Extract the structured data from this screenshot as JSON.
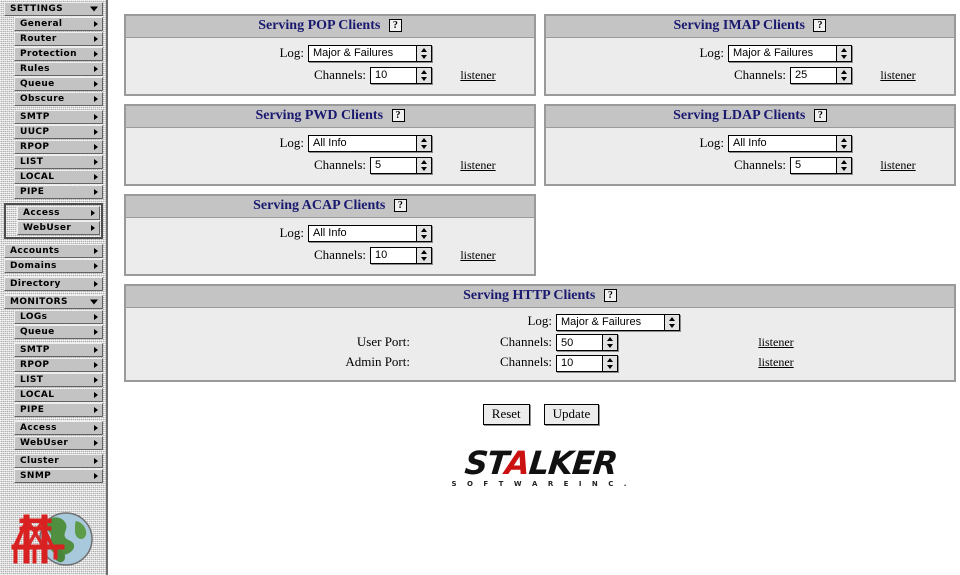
{
  "sidebar": {
    "groups": [
      {
        "name": "settings-group",
        "boxed": false,
        "items": [
          {
            "label": "SETTINGS",
            "level": "root",
            "arrow": "down"
          },
          {
            "label": "General",
            "level": "sub",
            "arrow": "right"
          },
          {
            "label": "Router",
            "level": "sub",
            "arrow": "right"
          },
          {
            "label": "Protection",
            "level": "sub",
            "arrow": "right"
          },
          {
            "label": "Rules",
            "level": "sub",
            "arrow": "right"
          },
          {
            "label": "Queue",
            "level": "sub",
            "arrow": "right"
          },
          {
            "label": "Obscure",
            "level": "sub",
            "arrow": "right"
          }
        ]
      },
      {
        "name": "settings-protocols-group",
        "boxed": false,
        "items": [
          {
            "label": "SMTP",
            "level": "sub",
            "arrow": "right"
          },
          {
            "label": "UUCP",
            "level": "sub",
            "arrow": "right"
          },
          {
            "label": "RPOP",
            "level": "sub",
            "arrow": "right"
          },
          {
            "label": "LIST",
            "level": "sub",
            "arrow": "right"
          },
          {
            "label": "LOCAL",
            "level": "sub",
            "arrow": "right"
          },
          {
            "label": "PIPE",
            "level": "sub",
            "arrow": "right"
          }
        ]
      },
      {
        "name": "settings-access-group",
        "boxed": true,
        "items": [
          {
            "label": "Access",
            "level": "sub",
            "arrow": "right"
          },
          {
            "label": "WebUser",
            "level": "sub",
            "arrow": "right"
          }
        ]
      },
      {
        "name": "accounts-group",
        "boxed": false,
        "items": [
          {
            "label": "Accounts",
            "level": "root",
            "arrow": "right"
          },
          {
            "label": "Domains",
            "level": "root",
            "arrow": "right"
          }
        ]
      },
      {
        "name": "directory-group",
        "boxed": false,
        "items": [
          {
            "label": "Directory",
            "level": "root",
            "arrow": "right"
          }
        ]
      },
      {
        "name": "monitors-group",
        "boxed": false,
        "items": [
          {
            "label": "MONITORS",
            "level": "root",
            "arrow": "down"
          },
          {
            "label": "LOGs",
            "level": "sub",
            "arrow": "right"
          },
          {
            "label": "Queue",
            "level": "sub",
            "arrow": "right"
          }
        ]
      },
      {
        "name": "monitors-protocols-group",
        "boxed": false,
        "items": [
          {
            "label": "SMTP",
            "level": "sub",
            "arrow": "right"
          },
          {
            "label": "RPOP",
            "level": "sub",
            "arrow": "right"
          },
          {
            "label": "LIST",
            "level": "sub",
            "arrow": "right"
          },
          {
            "label": "LOCAL",
            "level": "sub",
            "arrow": "right"
          },
          {
            "label": "PIPE",
            "level": "sub",
            "arrow": "right"
          }
        ]
      },
      {
        "name": "monitors-access-group",
        "boxed": false,
        "items": [
          {
            "label": "Access",
            "level": "sub",
            "arrow": "right"
          },
          {
            "label": "WebUser",
            "level": "sub",
            "arrow": "right"
          }
        ]
      },
      {
        "name": "monitors-cluster-group",
        "boxed": false,
        "items": [
          {
            "label": "Cluster",
            "level": "sub",
            "arrow": "right"
          },
          {
            "label": "SNMP",
            "level": "sub",
            "arrow": "right"
          }
        ]
      }
    ],
    "logo_name": "communigate-bridge-globe-logo"
  },
  "labels": {
    "log": "Log:",
    "channels": "Channels:",
    "listener": "listener",
    "help": "?",
    "user_port": "User Port:",
    "admin_port": "Admin Port:"
  },
  "panels": [
    {
      "id": "pop",
      "title": "Serving POP Clients",
      "log": "Major & Failures",
      "channels": "10",
      "listener": "listener"
    },
    {
      "id": "imap",
      "title": "Serving IMAP Clients",
      "log": "Major & Failures",
      "channels": "25",
      "listener": "listener"
    },
    {
      "id": "pwd",
      "title": "Serving PWD Clients",
      "log": "All Info",
      "channels": "5",
      "listener": "listener"
    },
    {
      "id": "ldap",
      "title": "Serving LDAP Clients",
      "log": "All Info",
      "channels": "5",
      "listener": "listener"
    },
    {
      "id": "acap",
      "title": "Serving ACAP Clients",
      "log": "All Info",
      "channels": "10",
      "listener": "listener"
    }
  ],
  "http_panel": {
    "title": "Serving HTTP Clients",
    "log": "Major & Failures",
    "user_port_label": "User Port:",
    "user_port_channels": "50",
    "user_port_listener": "listener",
    "admin_port_label": "Admin Port:",
    "admin_port_channels": "10",
    "admin_port_listener": "listener"
  },
  "buttons": {
    "reset": "Reset",
    "update": "Update"
  },
  "stalker": {
    "word_1": "ST",
    "word_a": "A",
    "word_2": "LKER",
    "subline": "S O F T W A R E   I N C ."
  },
  "colors": {
    "title_blue": "#191970",
    "panel_header": "#c4c4c4",
    "panel_body": "#ececec",
    "panel_border": "#9a9a9a",
    "sidebar_button": "#c3c3c3",
    "logo_red": "#cc1111"
  }
}
